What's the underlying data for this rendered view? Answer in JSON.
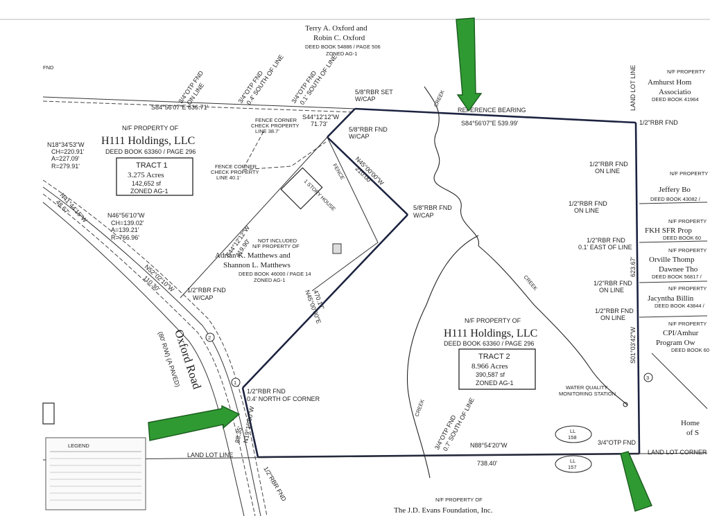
{
  "labels": {
    "top_owner_1": "Terry A. Oxford and",
    "top_owner_2": "Robin C. Oxford",
    "top_deed": "DEED BOOK 54886 / PAGE 506",
    "top_zoned": "ZONED AG-1",
    "top_left_fnd": "FND",
    "otp1": "3/4\"OTP FND",
    "otp1b": "ON LINE",
    "otp2": "3/4\"OTP FND",
    "otp2b": "0.4' SOUTH OF LINE",
    "otp3": "3/4\"OTP FND",
    "otp3b": "0.1' SOUTH OF LINE",
    "bearing_top_left": "S84°56'07\"E    636.71'",
    "rbr_set": "5/8\"RBR SET",
    "rbr_set_b": "W/CAP",
    "ref_bearing": "REFERENCE BEARING",
    "bearing_top_right": "S84°56'07\"E   539.99'",
    "creek_top": "CREEK",
    "rbr_fnd_corner": "1/2\"RBR FND",
    "land_lot_line_right": "LAND LOT LINE",
    "nf_right_1": "N/F PROPERTY",
    "amhurst_1": "Amhurst Hom",
    "amhurst_2": "Associatio",
    "amhurst_deed": "DEED BOOK 41964",
    "nf_left": "N/F PROPERTY OF",
    "h111_left": "H111 Holdings, LLC",
    "h111_left_deed": "DEED BOOK 63360 / PAGE 296",
    "tract1_name": "TRACT 1",
    "tract1_acres": "3.275 Acres",
    "tract1_sf": "142,652 sf",
    "tract1_zoned": "ZONED AG-1",
    "curve1_a": "N18°34'53\"W",
    "curve1_b": "CH=220.91'",
    "curve1_c": "A=227.09'",
    "curve1_d": "R=279.91'",
    "fence_corner_1": "FENCE CORNER",
    "fence_corner_1b": "CHECK PROPERTY",
    "fence_corner_1c": "LINE 38.7'",
    "bearing_s44a": "S44°12'12\"W",
    "dist_s44a": "71.73'",
    "rbr_fnd_cap_1": "5/8\"RBR FND",
    "rbr_fnd_cap_1b": "W/CAP",
    "fence_corner_2": "FENCE CORNER",
    "fence_corner_2b": "CHECK PROPERTY",
    "fence_corner_2c": "LINE 40.1'",
    "bearing_n45a": "N45°00'00\"W",
    "dist_n45a": "210.00'",
    "fence_label": "FENCE",
    "house_label": "1 STORY HOUSE",
    "rbr_fnd_cap_2": "5/8\"RBR FND",
    "rbr_fnd_cap_2b": "W/CAP",
    "curve2_a": "N46°56'10\"W",
    "curve2_b": "CH=139.02'",
    "curve2_c": "A=139.21'",
    "curve2_d": "R=766.96'",
    "bearing_s44b": "S44°12'12\"W",
    "dist_s44b": "419.90'",
    "not_included": "NOT INCLUDED",
    "nf_matthews": "N/F PROPERTY OF",
    "matthews_1": "Adrian K. Matthews and",
    "matthews_2": "Shannon L. Matthews",
    "matthews_deed": "DEED BOOK 46000 / PAGE 14",
    "matthews_zoned": "ZONED AG-1",
    "bearing_n41": "N41°44'15\"W",
    "dist_n41": "48.67'",
    "bearing_n52": "N52°02'10\"W",
    "dist_n52": "110.30'",
    "rbr_fnd_cap_3": "1/2\"RBR FND",
    "rbr_fnd_cap_3b": "W/CAP",
    "bearing_n45b": "N45°00'00\"E",
    "dist_n45b": "470.17'",
    "road_name": "Oxford Road",
    "road_sub": "(80' R/W) (A PAVED)",
    "rbr_fnd_north": "1/2\"RBR FND",
    "rbr_fnd_north_b": "0.4' NORTH OF CORNER",
    "bearing_road": "N19°15'00\"W",
    "dist_road": "88.35'",
    "land_lot_line_left": "LAND LOT LINE",
    "rbr_fnd_bottom": "1/2\"RBR FND",
    "nf_bottom": "N/F PROPERTY OF",
    "bottom_owner": "The J.D. Evans Foundation, Inc.",
    "rbr_fnd_r1": "1/2\"RBR FND",
    "rbr_fnd_r1b": "ON LINE",
    "rbr_fnd_r2": "1/2\"RBR FND",
    "rbr_fnd_r2b": "ON LINE",
    "nf_jeffery": "N/F PROPERTY",
    "jeffery": "Jeffery Bo",
    "jeffery_deed": "DEED BOOK 43082 /",
    "nf_fkh": "N/F PROPERTY",
    "fkh": "FKH SFR Prop",
    "fkh_deed": "DEED BOOK 60",
    "rbr_fnd_r3": "1/2\"RBR FND",
    "rbr_fnd_r3b": "0.1' EAST OF LINE",
    "nf_orville": "N/F PROPERTY",
    "orville_1": "Orville Thomp",
    "orville_2": "Dawnee Tho",
    "orville_deed": "DEED BOOK 56817 /",
    "dist_right": "623.67'",
    "rbr_fnd_r4": "1/2\"RBR FND",
    "rbr_fnd_r4b": "ON LINE",
    "nf_jacyntha": "N/F PROPERTY",
    "jacyntha": "Jacyntha Billin",
    "jacyntha_deed": "DEED BOOK 43844 /",
    "rbr_fnd_r5": "1/2\"RBR FND",
    "rbr_fnd_r5b": "ON LINE",
    "bearing_right": "S01°03'42\"W",
    "nf_cpi": "N/F PROPERTY",
    "cpi_1": "CPI/Amhur",
    "cpi_2": "Program Ow",
    "cpi_deed": "DEED BOOK 60",
    "creek_mid": "CREEK",
    "nf_tract2": "N/F PROPERTY OF",
    "h111_tract2": "H111 Holdings, LLC",
    "h111_tract2_deed": "DEED BOOK 63360 / PAGE 296",
    "tract2_name": "TRACT 2",
    "tract2_acres": "8.966 Acres",
    "tract2_sf": "390,587 sf",
    "tract2_zoned": "ZONED AG-1",
    "water_quality_1": "WATER QUALITY",
    "water_quality_2": "MONITORING STATION",
    "creek_bottom": "CREEK",
    "otp_bottom": "3/4\"OTP FND",
    "otp_bottom_b": "0.7' SOUTH OF LINE",
    "bearing_bottom": "N88°54'20\"W",
    "dist_bottom": "738.40'",
    "ll_158_a": "LL",
    "ll_158_b": "158",
    "ll_157_a": "LL",
    "ll_157_b": "157",
    "otp_corner": "3/4\"OTP FND",
    "land_lot_corner": "LAND LOT CORNER",
    "home_1": "Home",
    "home_2": "of S",
    "legend_title": "LEGEND",
    "node_1": "1",
    "node_2": "2",
    "node_3": "3"
  },
  "colors": {
    "arrow_fill": "#2f9a32",
    "boundary": "#1c2340"
  },
  "icons": [
    "direction-arrow-icon"
  ]
}
